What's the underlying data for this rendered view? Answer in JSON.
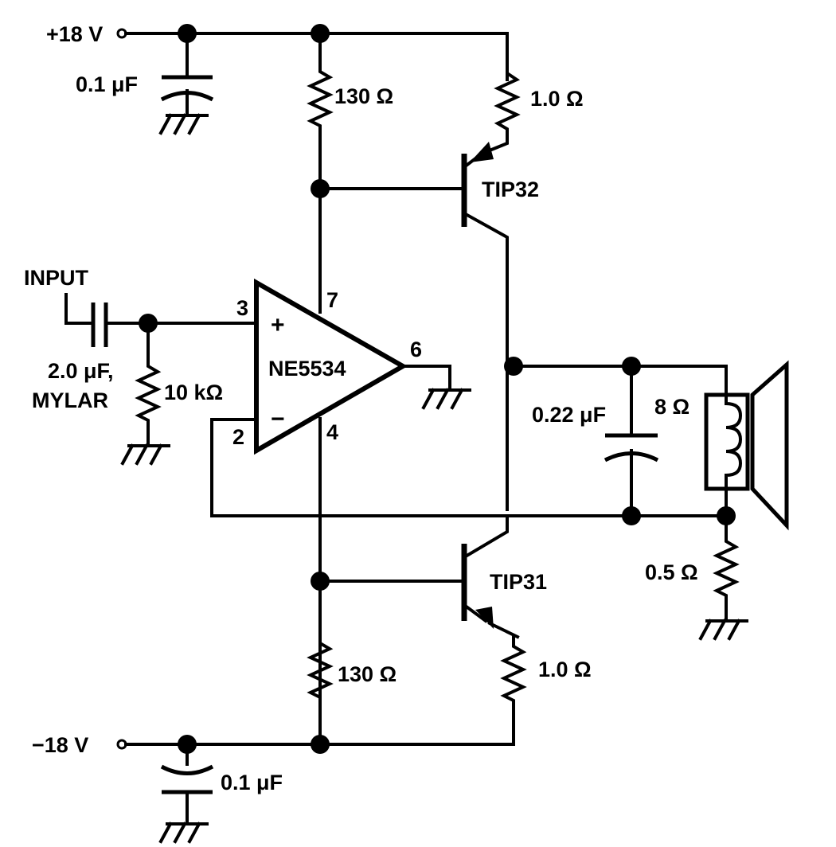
{
  "supply": {
    "positive": "+18 V",
    "negative": "−18 V"
  },
  "input": {
    "label": "INPUT"
  },
  "components": {
    "c_top": "0.1 μF",
    "c_bottom": "0.1 μF",
    "c_in_value": "2.0 μF,",
    "c_in_type": "MYLAR",
    "r_in": "10 kΩ",
    "r_bias_top": "130 Ω",
    "r_bias_bottom": "130 Ω",
    "r_emitter_top": "1.0 Ω",
    "r_emitter_bottom": "1.0 Ω",
    "c_out": "0.22 μF",
    "speaker": "8 Ω",
    "r_sense": "0.5 Ω",
    "q_top": "TIP32",
    "q_bottom": "TIP31",
    "opamp": "NE5534"
  },
  "opamp_pins": {
    "non_inverting": "3",
    "inverting": "2",
    "v_pos": "7",
    "v_neg": "4",
    "output": "6",
    "plus_sign": "+",
    "minus_sign": "−"
  }
}
